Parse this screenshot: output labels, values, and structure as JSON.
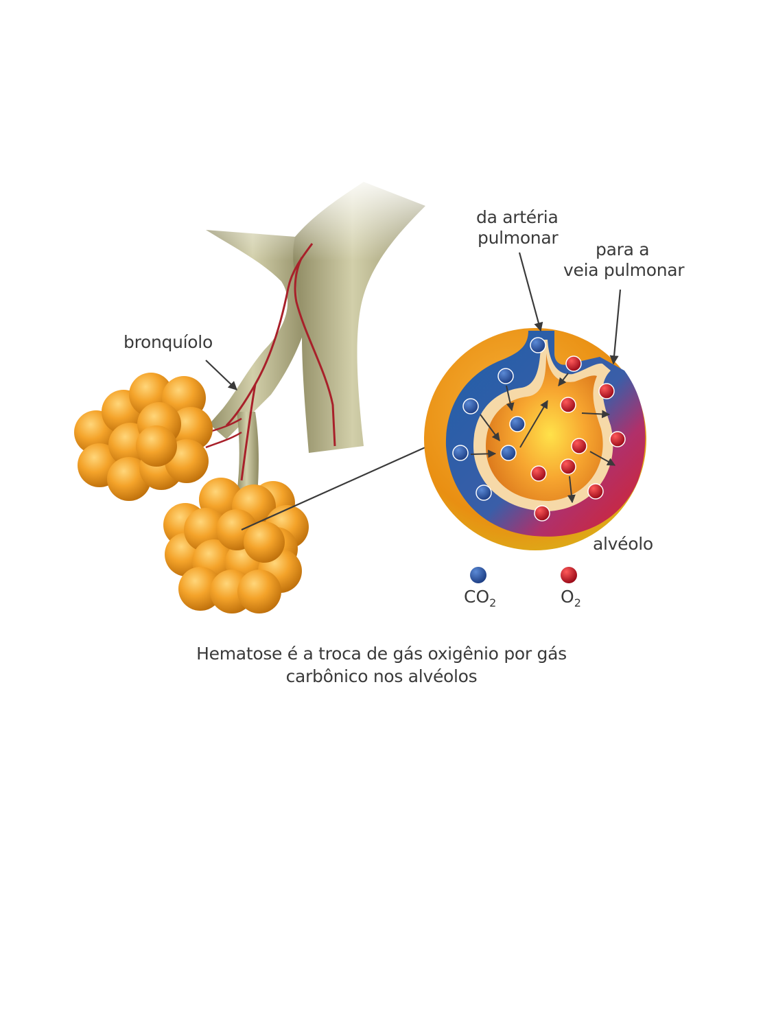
{
  "labels": {
    "bronchiole": "bronquíolo",
    "artery_line1": "da artéria",
    "artery_line2": "pulmonar",
    "vein_line1": "para a",
    "vein_line2": "veia pulmonar",
    "alveolus": "alvéolo"
  },
  "legend": {
    "co2_main": "CO",
    "co2_sub": "2",
    "o2_main": "O",
    "o2_sub": "2"
  },
  "caption": {
    "line1": "Hematose é a troca de gás oxigênio por gás",
    "line2": "carbônico nos alvéolos"
  },
  "colors": {
    "co2": "#1f4a9c",
    "o2": "#c8102e",
    "alveolus_orange": "#f29a1a",
    "bronchiole_tissue": "#b9b58a",
    "vessel": "#a8202a"
  }
}
